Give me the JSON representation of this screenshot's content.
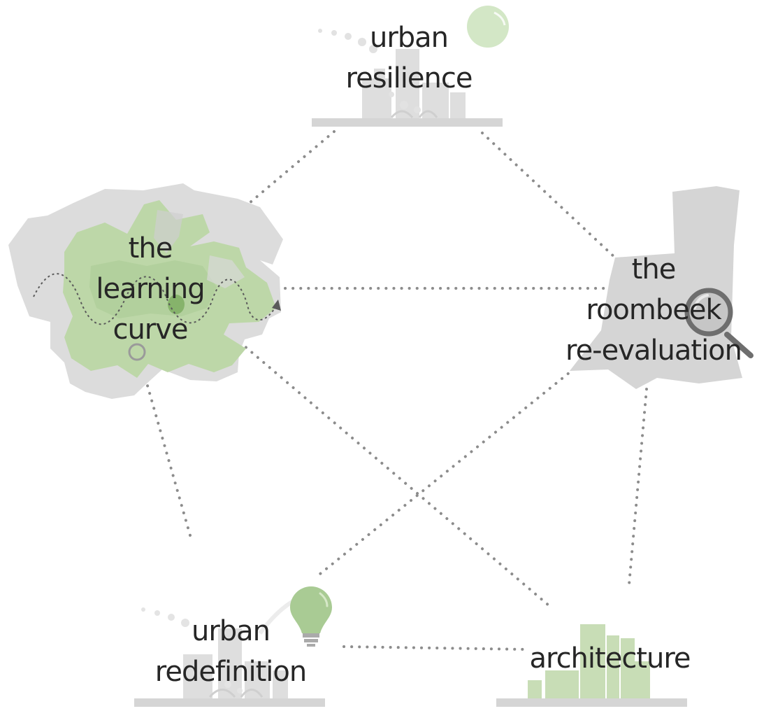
{
  "nodes": {
    "urban_resilience": {
      "lines": [
        "urban",
        "resilience"
      ]
    },
    "learning_curve": {
      "lines": [
        "the",
        "learning",
        "curve"
      ]
    },
    "roombeek": {
      "lines": [
        "the",
        "roombeek",
        "re-evaluation"
      ]
    },
    "urban_redefinition": {
      "lines": [
        "urban",
        "redefinition"
      ]
    },
    "architecture": {
      "lines": [
        "architecture"
      ]
    }
  },
  "colors": {
    "text": "#262626",
    "green": "#a9cb94",
    "green_light": "#d3e7c6",
    "grey": "#d5d5d5",
    "grey_dark": "#bdbdbd",
    "dots": "#8c8c8c"
  },
  "icons": [
    "sun-icon",
    "city-skyline-icon",
    "city-map-icon",
    "magnifier-icon",
    "lightbulb-icon",
    "building-icon"
  ]
}
